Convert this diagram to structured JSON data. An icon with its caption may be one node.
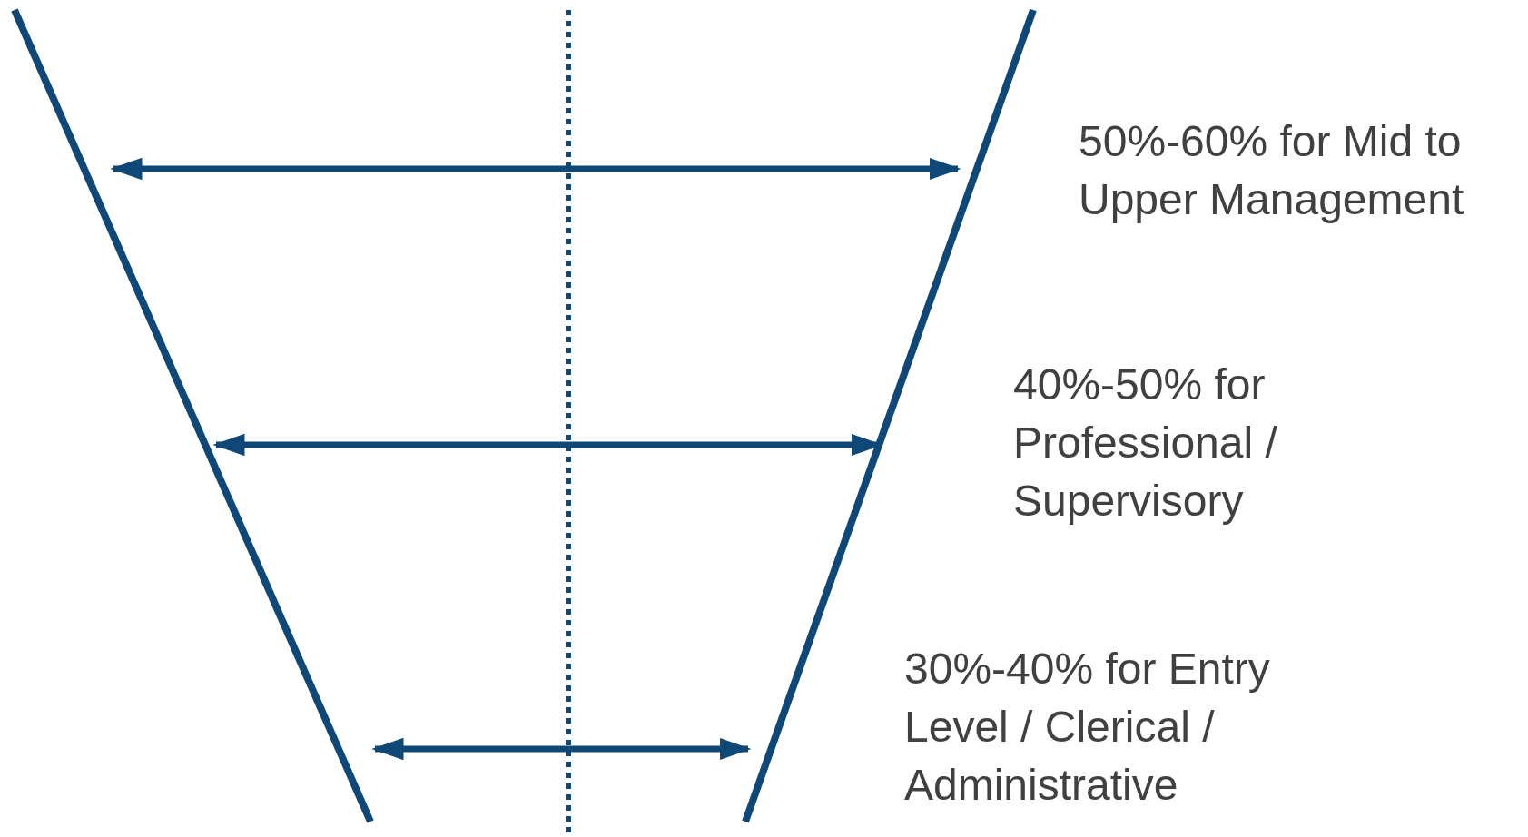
{
  "diagram": {
    "labels": [
      "50%-60% for Mid to Upper Management",
      "40%-50% for Professional / Supervisory",
      "30%-40% for Entry Level / Clerical / Administrative"
    ]
  }
}
